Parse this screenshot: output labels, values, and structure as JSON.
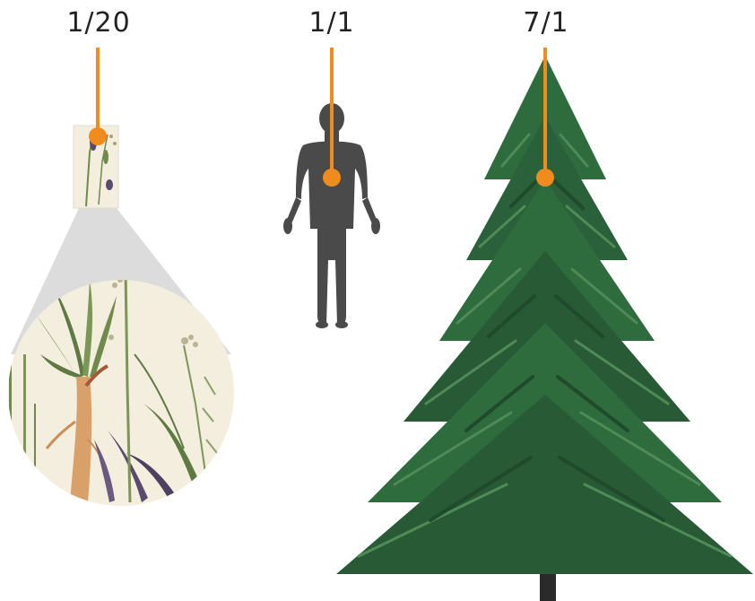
{
  "labels": {
    "plant": "1/20",
    "human": "1/1",
    "tree": "7/1"
  },
  "colors": {
    "accent": "#f08c1e",
    "silhouette": "#4a4a4a",
    "tree_dark": "#1f4a2c",
    "tree_mid": "#2e6b3d",
    "tree_light": "#4f8a57",
    "trunk": "#2a2a2a",
    "callout_cone": "#dcdcdc",
    "lens_bg": "#f3eedd",
    "leaf_green": "#6f8a4a",
    "leaf_purple": "#5a4a6e",
    "root": "#d9a06a"
  },
  "icons": {
    "plant": "botanical-plant-thumbnail",
    "human": "human-silhouette-icon",
    "tree": "spruce-tree-icon",
    "zoom": "magnifier-lens"
  }
}
